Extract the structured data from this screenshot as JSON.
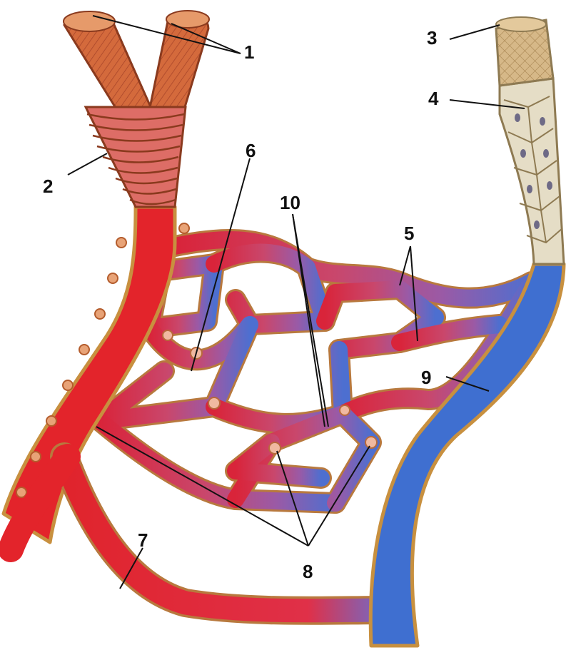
{
  "labels": [
    "1",
    "2",
    "3",
    "4",
    "5",
    "6",
    "7",
    "8",
    "9",
    "10"
  ],
  "colors": {
    "artery": "#e3242b",
    "artery_dark": "#b3141c",
    "vein": "#3f6fd0",
    "vein_dark": "#23469a",
    "capillary_mid": "#b84f7e",
    "wall": "#c8903f",
    "adventitia": "#d87a46",
    "endothelium": "#d9c9a3",
    "background": "#ffffff"
  },
  "parts": {
    "artery_branches": "artery-branch-icon",
    "arteriole": "arteriole-icon",
    "vein_outer": "vein-outer-icon",
    "vein_endothelium": "endothelium-icon",
    "capillaries": "capillary-icon",
    "precapillary": "precapillary-icon",
    "arteriovenous_anastomosis": "shunt-icon",
    "pericytes": "pericyte-icon",
    "venule": "venule-icon",
    "capillary_network": "capillary-network-icon"
  }
}
